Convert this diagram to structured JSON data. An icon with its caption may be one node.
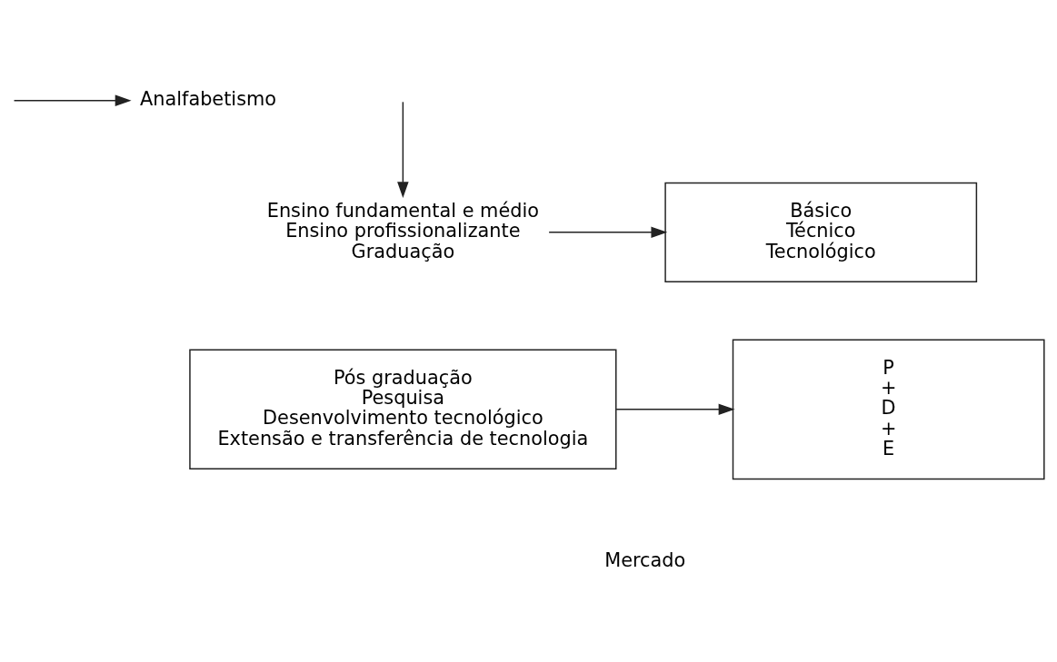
{
  "diagram": {
    "nodes": [
      {
        "text": [
          "Analfabetismo"
        ]
      },
      {
        "text": [
          "Ensino fundamental e médio",
          "Ensino profissionalizante",
          "Graduação"
        ]
      },
      {
        "text": [
          "Básico",
          "Técnico",
          "Tecnológico"
        ]
      },
      {
        "text": [
          "Pós graduação",
          "Pesquisa",
          "Desenvolvimento tecnológico",
          "Extensão e transferência de tecnologia"
        ]
      },
      {
        "text": [
          "P",
          "+",
          "D",
          "+",
          "E"
        ]
      }
    ],
    "edges": [
      {
        "from": null,
        "to": 0,
        "arrow": "to"
      },
      {
        "from": null,
        "to": 1,
        "arrow": "to"
      },
      {
        "from": 1,
        "to": 2,
        "arrow": "to"
      },
      {
        "from": 3,
        "to": 4,
        "arrow": "to"
      }
    ],
    "labels": [
      "Mercado"
    ]
  }
}
